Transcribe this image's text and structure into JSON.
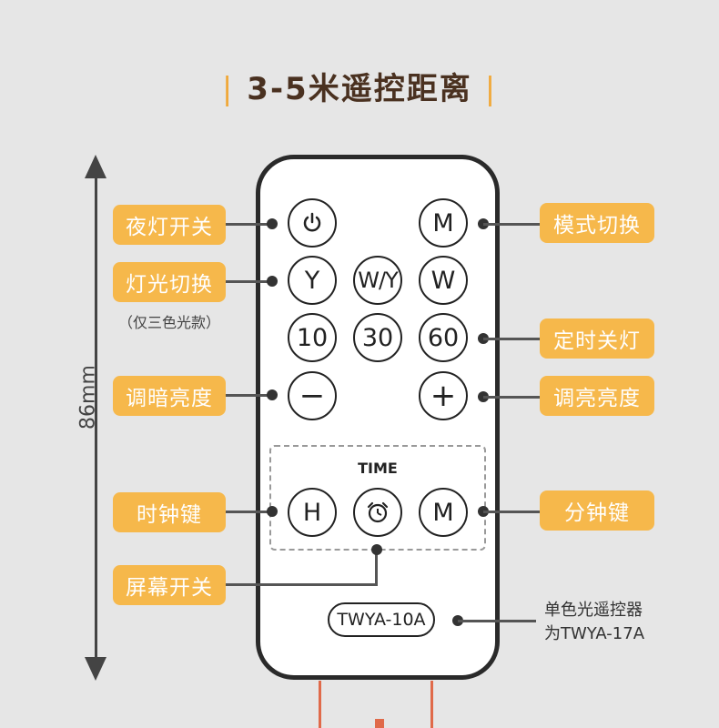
{
  "title": "3-5米遥控距离",
  "dimension": "86mm",
  "buttons": {
    "m1": "M",
    "y": "Y",
    "wy": "W/Y",
    "w": "W",
    "t10": "10",
    "t30": "30",
    "t60": "60",
    "minus": "−",
    "plus": "+",
    "h": "H",
    "m2": "M"
  },
  "time_label": "TIME",
  "model": "TWYA-10A",
  "labels": {
    "night_light": "夜灯开关",
    "light_switch": "灯光切换",
    "light_note": "（仅三色光款）",
    "dim_down": "调暗亮度",
    "hour_key": "时钟键",
    "screen_switch": "屏幕开关",
    "mode_switch": "模式切换",
    "timer_off": "定时关灯",
    "dim_up": "调亮亮度",
    "minute_key": "分钟键"
  },
  "model_note": {
    "line1": "单色光遥控器",
    "line2": "为TWYA-17A"
  },
  "colors": {
    "accent": "#f6b84b",
    "title": "#4a3120"
  }
}
